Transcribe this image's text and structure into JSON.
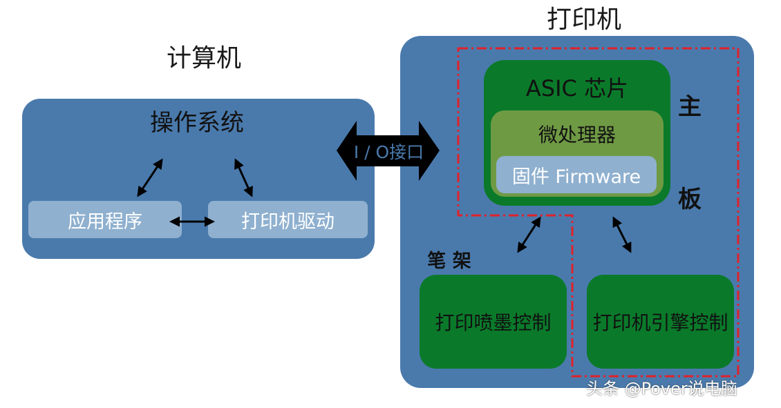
{
  "computer": {
    "title": "计算机",
    "os_label": "操作系统",
    "app_label": "应用程序",
    "driver_label": "打印机驱动"
  },
  "io": {
    "label": "I / O接口"
  },
  "printer": {
    "title": "打印机",
    "asic_label": "ASIC 芯片",
    "microprocessor_label": "微处理器",
    "firmware_label": "固件 Firmware",
    "mainboard_label_1": "主",
    "mainboard_label_2": "板",
    "carriage_label": "笔 架",
    "inkjet_control_label": "打印喷墨控制",
    "engine_control_label": "打印机引擎控制"
  },
  "watermark": "头条 @Pover说电脑",
  "colors": {
    "panel_blue": "#4a7aac",
    "light_box": "#8fb0cf",
    "dark_green": "#0a7a2a",
    "olive": "#6f9a44",
    "dashed_red": "#e0222a"
  }
}
